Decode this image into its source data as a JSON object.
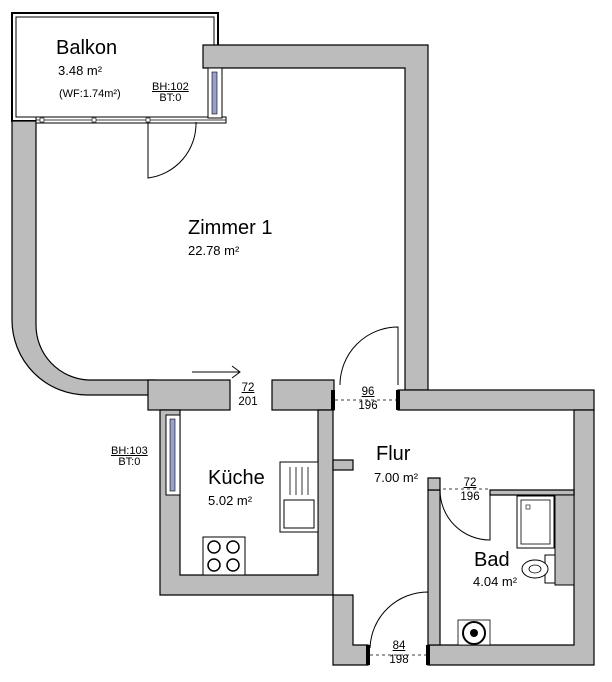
{
  "rooms": {
    "balkon": {
      "name": "Balkon",
      "area": "3.48 m²",
      "note": "(WF:1.74m²)"
    },
    "zimmer1": {
      "name": "Zimmer 1",
      "area": "22.78 m²"
    },
    "kueche": {
      "name": "Küche",
      "area": "5.02 m²"
    },
    "flur": {
      "name": "Flur",
      "area": "7.00 m²"
    },
    "bad": {
      "name": "Bad",
      "area": "4.04 m²"
    }
  },
  "window_labels": {
    "balkon": {
      "bh": "BH:102",
      "bt": "BT:0"
    },
    "kueche": {
      "bh": "BH:103",
      "bt": "BT:0"
    }
  },
  "door_dimensions": {
    "kueche": {
      "width": "72",
      "height": "201"
    },
    "zimmer1": {
      "width": "96",
      "height": "196"
    },
    "bad": {
      "width": "72",
      "height": "196"
    },
    "entrance": {
      "width": "84",
      "height": "198"
    }
  },
  "colors": {
    "wall": "#bcbcbc",
    "wall_outline": "#000000",
    "window_glass": "#9aa0cc"
  }
}
